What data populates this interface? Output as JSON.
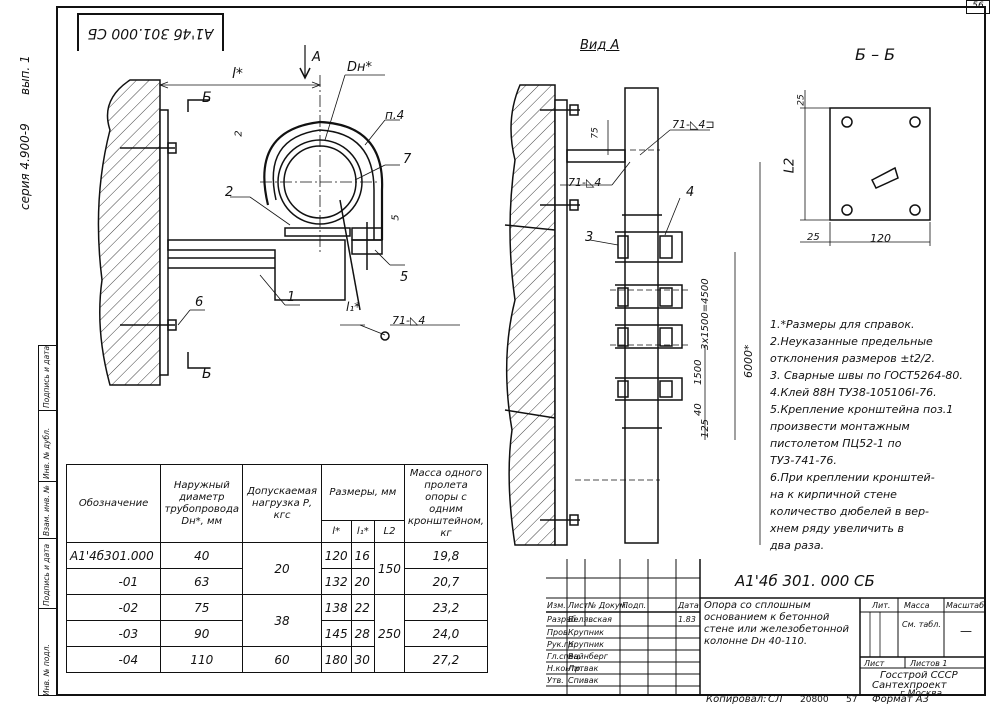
{
  "sheet": {
    "page_number": "56",
    "code_rotated": "А1'4б 301.000 СБ",
    "series": "серия 4.900-9",
    "issue": "вып. 1"
  },
  "left_strip": [
    "Инв. № подл.",
    "Подпись и дата",
    "Взам. инв. №",
    "Инв. № дубл.",
    "Подпись и дата"
  ],
  "views": {
    "main": {
      "arrow": "А",
      "section_mark": "Б",
      "dim_l": "l*",
      "dim_l1": "l₁*",
      "dim_dn": "Dн*",
      "ref_p4": "п.4",
      "dim_2": "2",
      "dim_5": "5",
      "weld": "71-◺4",
      "positions": [
        "1",
        "2",
        "5",
        "6",
        "7"
      ]
    },
    "view_a": {
      "title": "Вид А",
      "dims": [
        "75",
        "3х1500=4500",
        "1500",
        "40",
        "125",
        "6000*"
      ],
      "welds": [
        "71-◺4⊐",
        "71-◺4"
      ],
      "positions": [
        "3",
        "4"
      ]
    },
    "section": {
      "title": "Б – Б",
      "dim_25": "25",
      "dim_l2": "L2",
      "dim_25b": "25",
      "dim_120": "120"
    }
  },
  "spec_table": {
    "headers": [
      "Обозначение",
      "Наружный диаметр трубопровода Dн*, мм",
      "Допускаемая нагрузка Р, кгс",
      "Размеры, мм",
      "Масса одного пролета опоры с одним кронштейном, кг"
    ],
    "sub_headers": [
      "l*",
      "l₁*",
      "L2"
    ],
    "rows": [
      [
        "А1'4б301.000",
        "40",
        "20",
        "120",
        "16",
        "150",
        "19,8"
      ],
      [
        "-01",
        "63",
        "",
        "132",
        "20",
        "",
        "20,7"
      ],
      [
        "-02",
        "75",
        "38",
        "138",
        "22",
        "",
        "23,2"
      ],
      [
        "-03",
        "90",
        "",
        "145",
        "28",
        "250",
        "24,0"
      ],
      [
        "-04",
        "110",
        "60",
        "180",
        "30",
        "",
        "27,2"
      ]
    ]
  },
  "notes": [
    "1.*Размеры для справок.",
    "2.Неуказанные предельные",
    "отклонения размеров ±t2/2.",
    "3. Сварные швы по ГОСТ5264-80.",
    "4.Клей 88Н ТУ38-105106I-76.",
    "5.Крепление кронштейна поз.1",
    "произвести монтажным",
    "пистолетом ПЦ52-1 по",
    "ТУ3-741-76.",
    "6.При креплении кронштей-",
    "на к кирпичной стене",
    "количество дюбелей в вер-",
    "хнем ряду увеличить в",
    "два раза."
  ],
  "title_block": {
    "code": "А1'4б 301. 000 СБ",
    "name": [
      "Опора со сплошным",
      "основанием к бетонной",
      "стене или железобетонной",
      "колонне Dн 40-110."
    ],
    "cols": [
      "Изм.",
      "Лист",
      "№ Докум.",
      "Подп.",
      "Дата"
    ],
    "signers": [
      [
        "Разраб.",
        "Белявская",
        "1.83"
      ],
      [
        "Пров.",
        "Крупник",
        ""
      ],
      [
        "Рук.гр.",
        "Крупник",
        ""
      ],
      [
        "Гл.спец.",
        "Вайнберг",
        ""
      ],
      [
        "Н.контр.",
        "Литвак",
        ""
      ],
      [
        "Утв.",
        "Спивак",
        ""
      ]
    ],
    "lit": "Лит.",
    "mass": "Масса",
    "scale": "Масштаб",
    "mass_val": "См. табл.",
    "scale_val": "—",
    "sheet": "Лист",
    "sheets": "Листов 1",
    "org": [
      "Госстрой СССР",
      "Сантехпроект",
      "г.Москва"
    ],
    "copied": "Копировал:",
    "copied_sig": "СЛ",
    "order": "20800",
    "order2": "57",
    "format": "Формат А3"
  }
}
